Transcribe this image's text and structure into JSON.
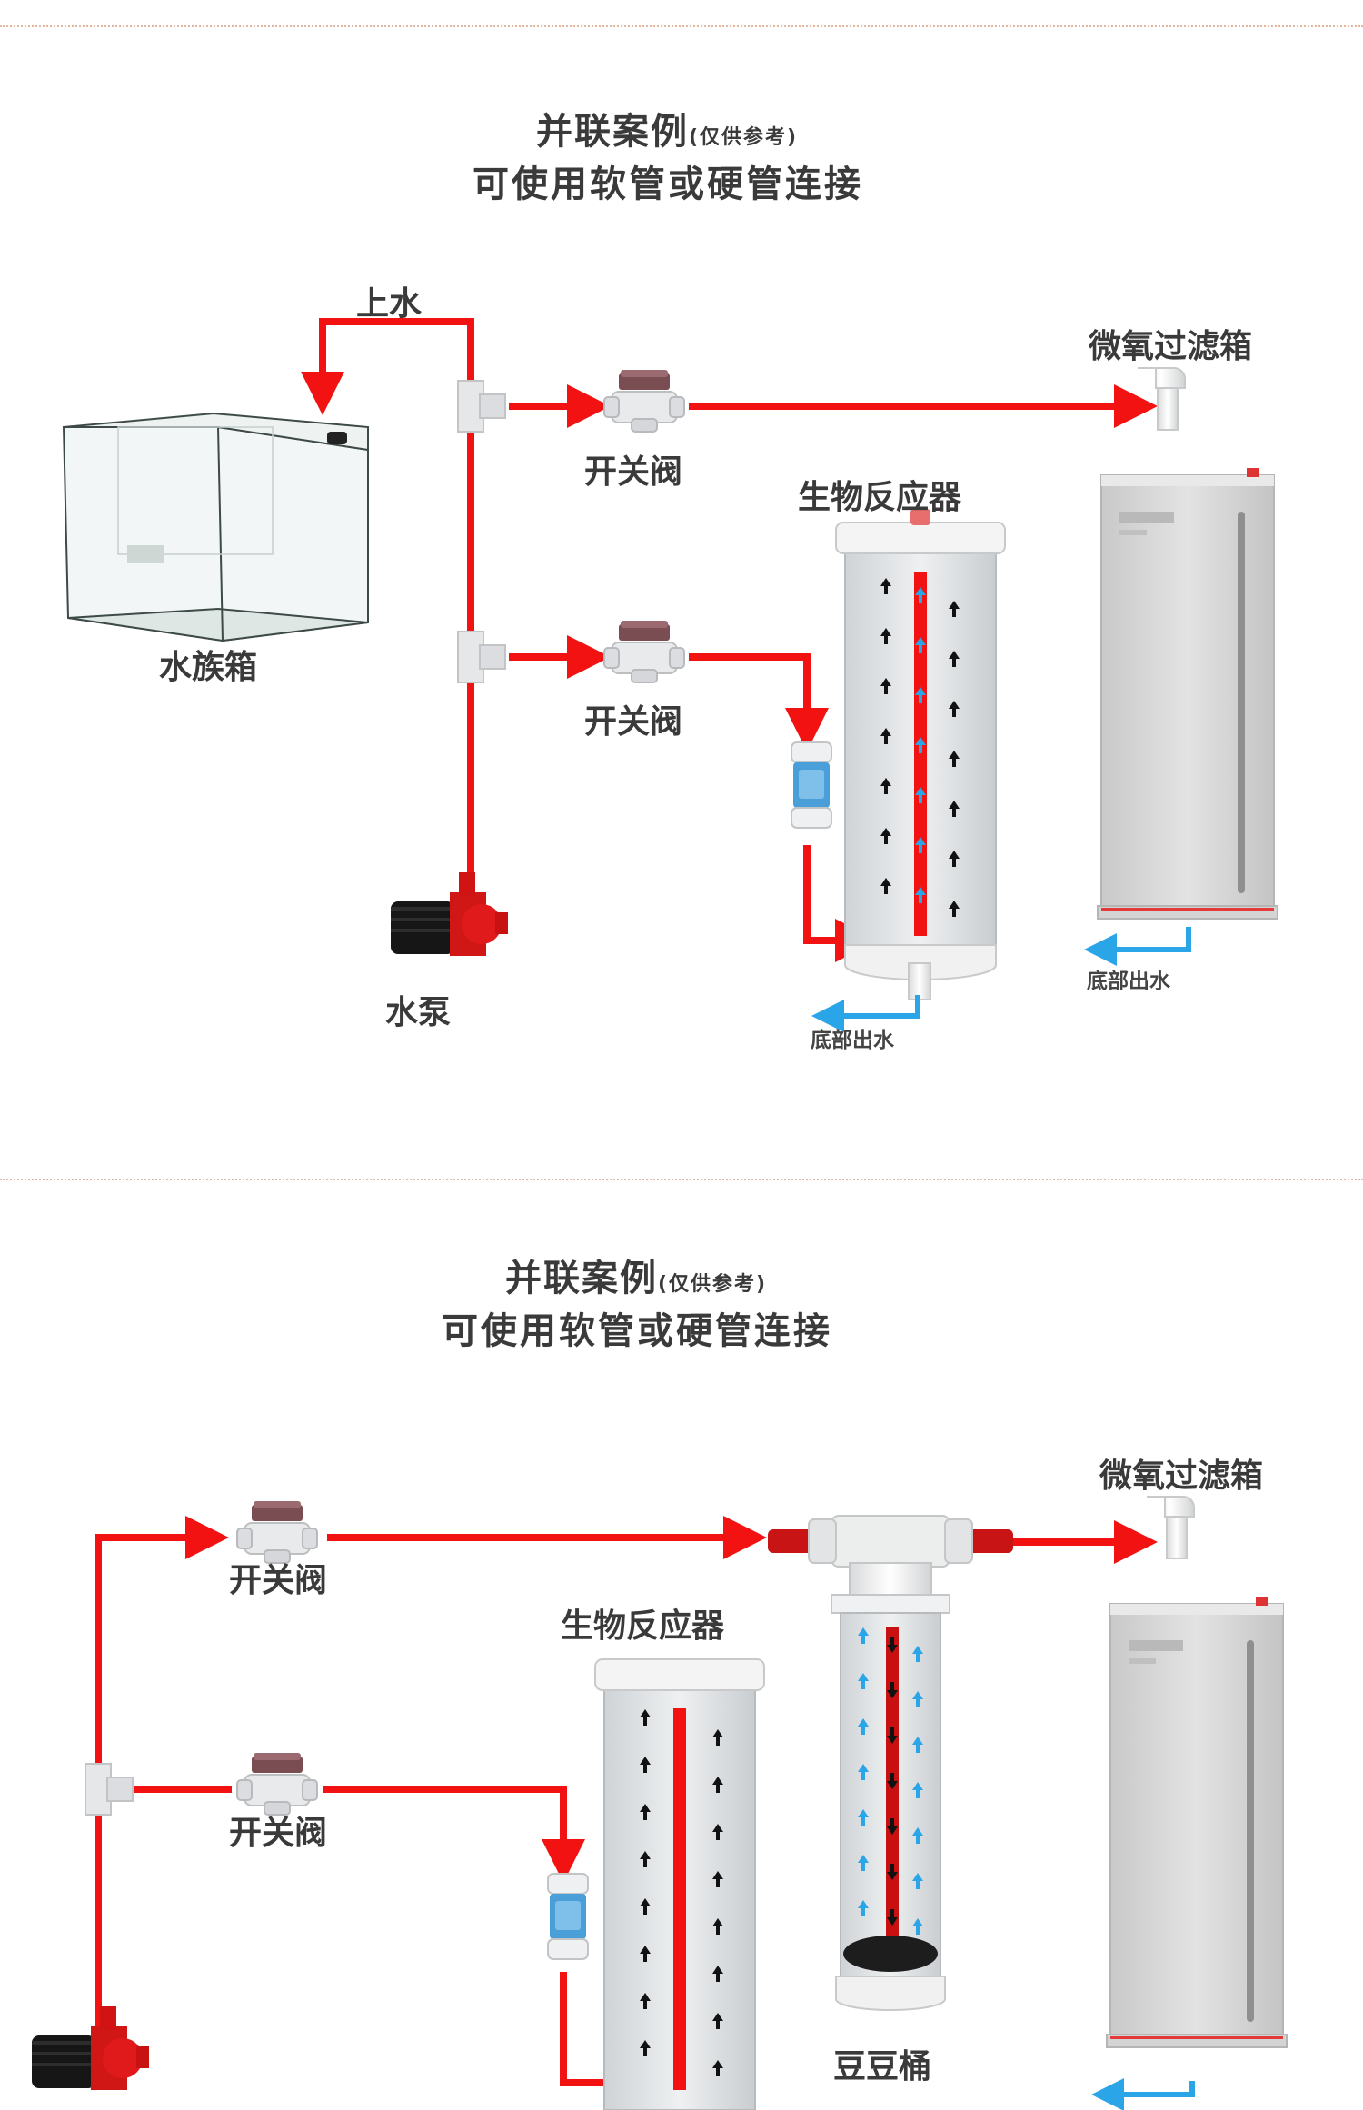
{
  "colors": {
    "pipe": "#f21212",
    "flow_blue": "#2aa6e8",
    "divider": "#e2b9a0",
    "valve_handle": "#7a4d52"
  },
  "section1": {
    "title_main": "并联案例",
    "title_note": "(仅供参考)",
    "subtitle": "可使用软管或硬管连接",
    "labels": {
      "inlet": "上水",
      "aquarium": "水族箱",
      "valve_top": "开关阀",
      "valve_mid": "开关阀",
      "bioreactor": "生物反应器",
      "filter": "微氧过滤箱",
      "pump": "水泵",
      "outlet_reactor": "底部出水",
      "outlet_filter": "底部出水"
    }
  },
  "section2": {
    "title_main": "并联案例",
    "title_note": "(仅供参考)",
    "subtitle": "可使用软管或硬管连接",
    "labels": {
      "valve_top": "开关阀",
      "valve_mid": "开关阀",
      "bioreactor": "生物反应器",
      "bean_tank": "豆豆桶",
      "filter": "微氧过滤箱"
    }
  }
}
